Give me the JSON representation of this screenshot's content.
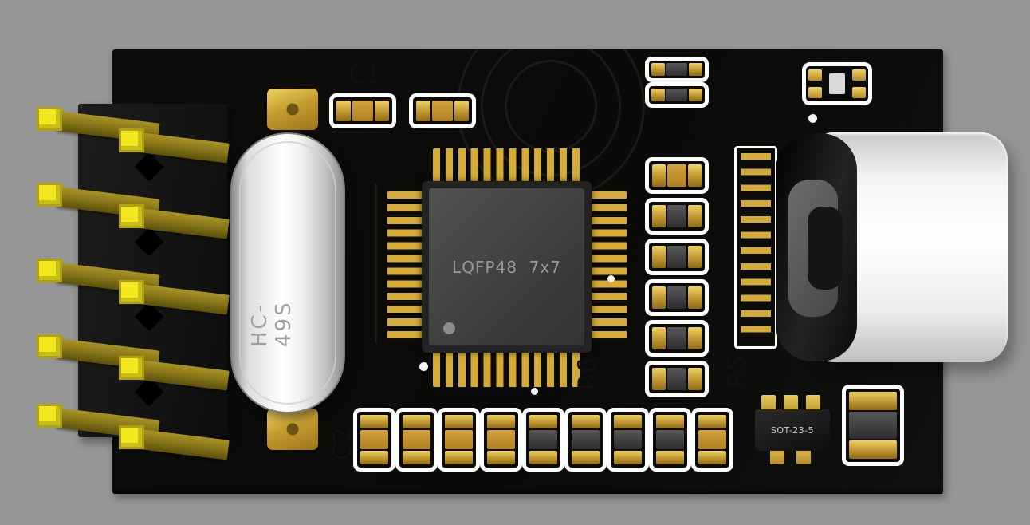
{
  "scene": {
    "description": "3D render of a microcontroller breakout PCB with USB-C connector, pin header, crystal and passives",
    "background_color": "#969696",
    "board_color": "#0c0c0a"
  },
  "labels": {
    "c1": "C1",
    "c2": "C2",
    "r5": "R5",
    "r6": "R6",
    "crystal": "HC-49S",
    "chip": "LQFP48  7x7",
    "sot": "SOT-23-5"
  },
  "colors": {
    "silkscreen": "#ffffff",
    "gold_pad": "#c79d30",
    "pin_yellow": "#f3e81e",
    "component_dark": "#3a3a3a",
    "component_tan": "#c2912f",
    "chip_body": "#454545",
    "usb_shell": "#f2f2f2"
  }
}
